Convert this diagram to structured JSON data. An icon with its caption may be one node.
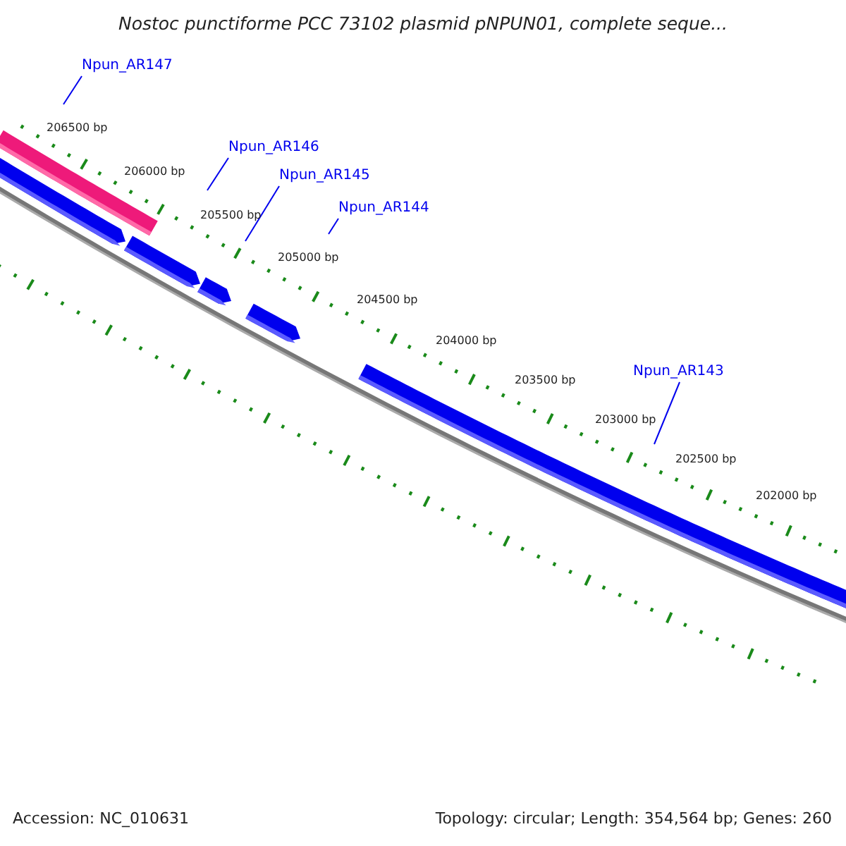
{
  "diagram": {
    "title": "Nostoc punctiforme PCC 73102 plasmid pNPUN01, complete seque...",
    "nodes": [
      {
        "text": [
          "Npun_AR147"
        ]
      },
      {
        "text": [
          "Npun_AR146"
        ]
      },
      {
        "text": [
          "Npun_AR145"
        ]
      },
      {
        "text": [
          "Npun_AR144"
        ]
      },
      {
        "text": [
          "Npun_AR143"
        ]
      }
    ],
    "edges": [
      {
        "from": 0,
        "to": null,
        "arrow": "none"
      },
      {
        "from": 1,
        "to": null,
        "arrow": "none"
      },
      {
        "from": 2,
        "to": null,
        "arrow": "none"
      },
      {
        "from": 3,
        "to": null,
        "arrow": "none"
      },
      {
        "from": 4,
        "to": null,
        "arrow": "none"
      }
    ],
    "labels": [
      "206500 bp",
      "206000 bp",
      "205500 bp",
      "205000 bp",
      "204500 bp",
      "204000 bp",
      "203500 bp",
      "203000 bp",
      "202500 bp",
      "202000 bp",
      "Accession: NC_010631",
      "Topology: circular; Length: 354,564 bp; Genes: 260"
    ]
  }
}
